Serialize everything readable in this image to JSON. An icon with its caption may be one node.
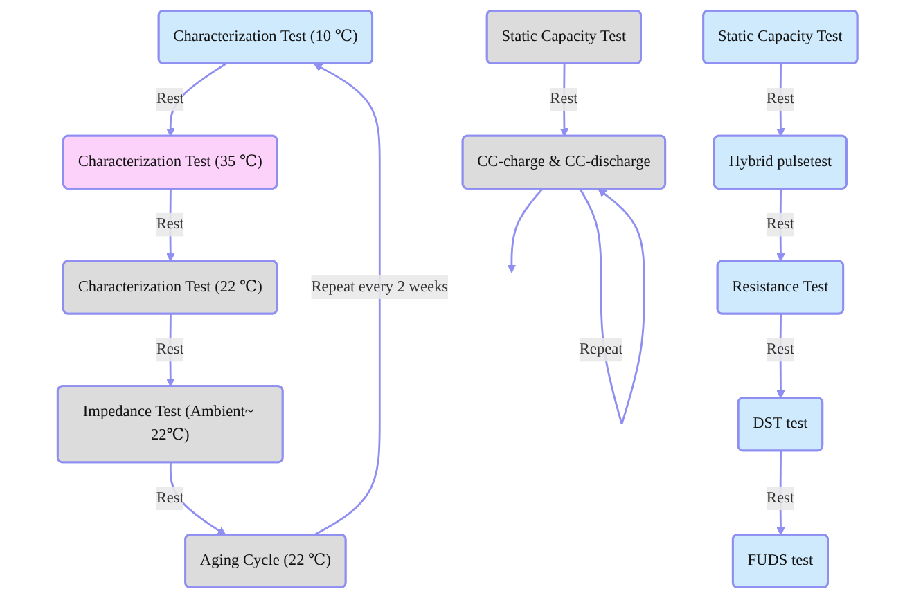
{
  "diagram": {
    "nodes": [
      {
        "text": [
          "Characterization Test (10 ℃)"
        ]
      },
      {
        "text": [
          "Characterization Test (35 ℃)"
        ]
      },
      {
        "text": [
          "Characterization Test (22 ℃)"
        ]
      },
      {
        "text": [
          "Impedance Test (Ambient~ 22℃)"
        ]
      },
      {
        "text": [
          "Aging Cycle (22 ℃)"
        ]
      },
      {
        "text": [
          "Static Capacity Test"
        ]
      },
      {
        "text": [
          "Hybrid pulsetest"
        ]
      },
      {
        "text": [
          "Resistance Test"
        ]
      },
      {
        "text": [
          "DST test"
        ]
      },
      {
        "text": [
          "FUDS test"
        ]
      },
      {
        "text": [
          "Static Capacity Test"
        ]
      },
      {
        "text": [
          "CC-charge & CC-discharge"
        ]
      }
    ],
    "edges": [
      {
        "from": 0,
        "to": 1,
        "arrow": "to",
        "label": "Rest"
      },
      {
        "from": 1,
        "to": 2,
        "arrow": "to",
        "label": "Rest"
      },
      {
        "from": 2,
        "to": 3,
        "arrow": "to",
        "label": "Rest"
      },
      {
        "from": 3,
        "to": 4,
        "arrow": "to",
        "label": "Rest"
      },
      {
        "from": 4,
        "to": 0,
        "arrow": "to",
        "label": "Repeat every 2 weeks"
      },
      {
        "from": 5,
        "to": 6,
        "arrow": "to",
        "label": "Rest"
      },
      {
        "from": 6,
        "to": 7,
        "arrow": "to",
        "label": "Rest"
      },
      {
        "from": 7,
        "to": 8,
        "arrow": "to",
        "label": "Rest"
      },
      {
        "from": 8,
        "to": 9,
        "arrow": "to",
        "label": "Rest"
      },
      {
        "from": 10,
        "to": 11,
        "arrow": "to",
        "label": "Rest"
      },
      {
        "from": 11,
        "to": 11,
        "arrow": "to",
        "label": "Repeat"
      },
      {
        "from": 11,
        "to": null,
        "arrow": "to"
      }
    ]
  }
}
